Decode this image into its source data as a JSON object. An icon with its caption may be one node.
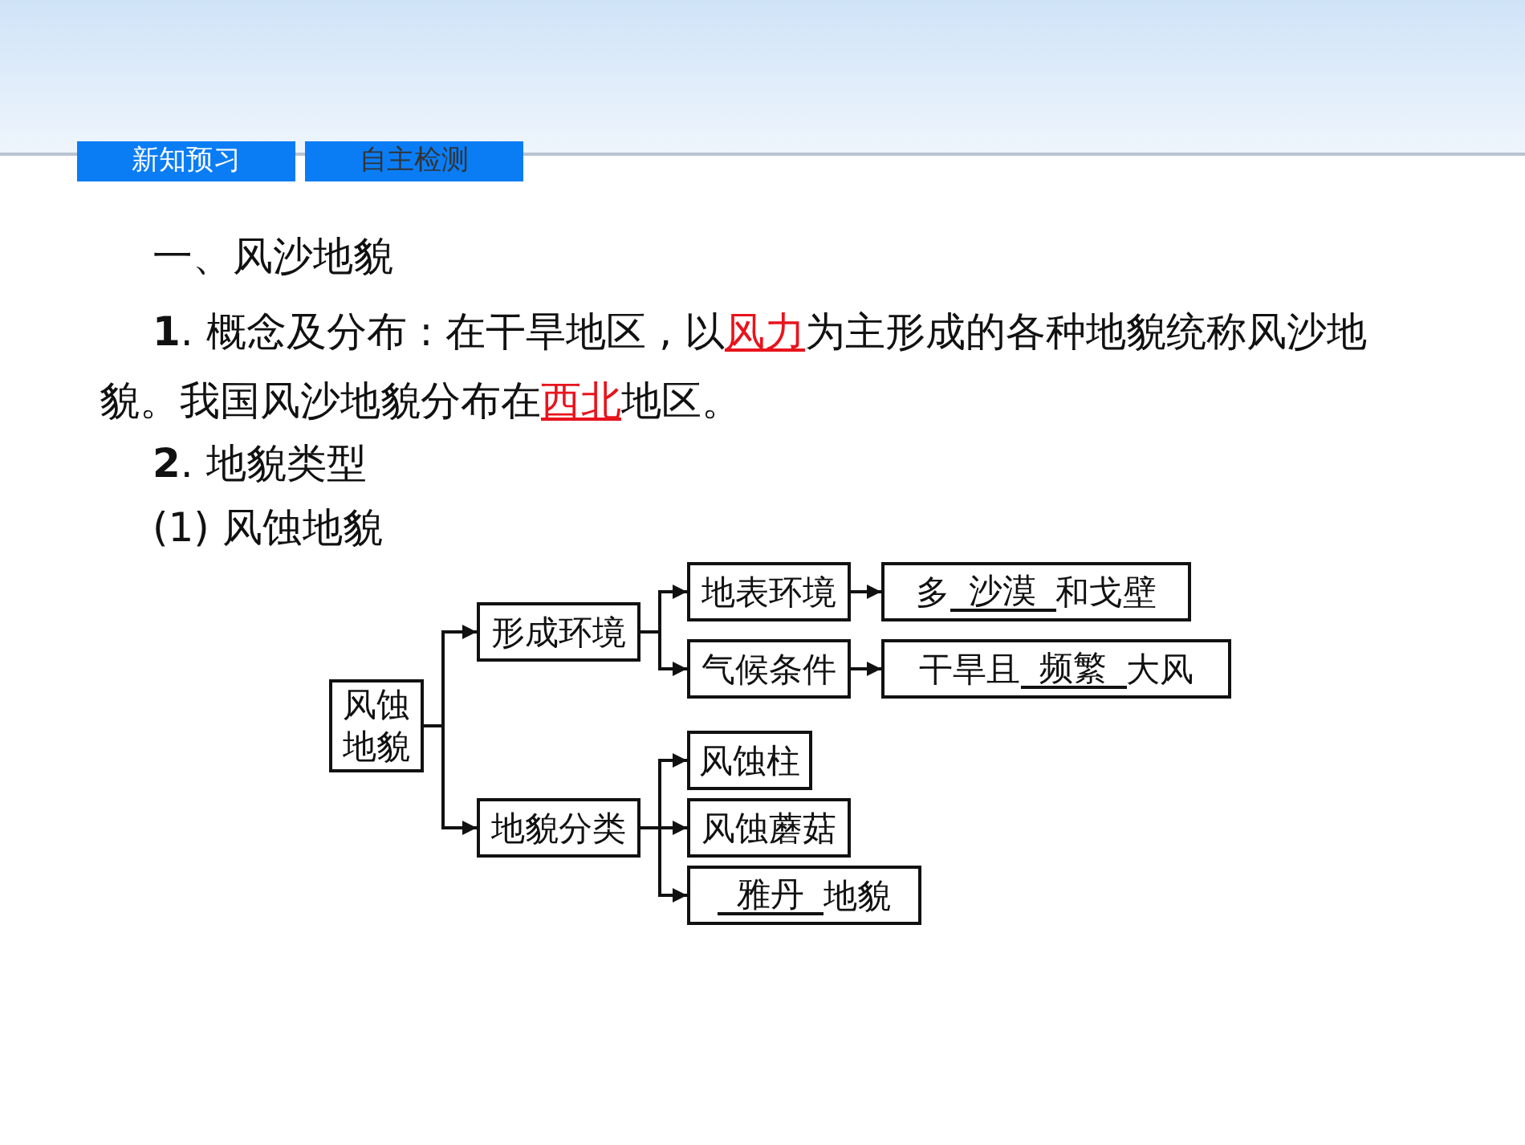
{
  "diagram": {
    "nodes": [
      {
        "text": [
          "风蚀地貌"
        ]
      },
      {
        "text": [
          "形成环境"
        ]
      },
      {
        "text": [
          "地貌分类"
        ]
      },
      {
        "text": [
          "地表环境"
        ]
      },
      {
        "text": [
          "气候条件"
        ]
      },
      {
        "text": [
          "多",
          "沙漠",
          "和戈壁"
        ]
      },
      {
        "text": [
          "干旱且",
          "频繁",
          "大风"
        ]
      },
      {
        "text": [
          "风蚀柱"
        ]
      },
      {
        "text": [
          "风蚀蘑菇"
        ]
      },
      {
        "text": [
          "雅丹",
          "地貌"
        ]
      }
    ],
    "edges": [
      {
        "from": 0,
        "to": 1,
        "arrow": "to"
      },
      {
        "from": 0,
        "to": 2,
        "arrow": "to"
      },
      {
        "from": 1,
        "to": 3,
        "arrow": "to"
      },
      {
        "from": 1,
        "to": 4,
        "arrow": "to"
      },
      {
        "from": 3,
        "to": 5,
        "arrow": "to"
      },
      {
        "from": 4,
        "to": 6,
        "arrow": "to"
      },
      {
        "from": 2,
        "to": 7,
        "arrow": "to"
      },
      {
        "from": 2,
        "to": 8,
        "arrow": "to"
      },
      {
        "from": 2,
        "to": 9,
        "arrow": "to"
      }
    ],
    "labels": [
      "新知预习",
      "自主检测",
      "一、风沙地貌",
      "**1**. 概念及分布 : 在干旱地区 , 以",
      "风力",
      "为主形成的各种地貌统称风沙地貌。我国风沙地貌分布在",
      "西北",
      "地区。",
      "**2**. 地貌类型",
      "(1) 风蚀地貌"
    ]
  }
}
